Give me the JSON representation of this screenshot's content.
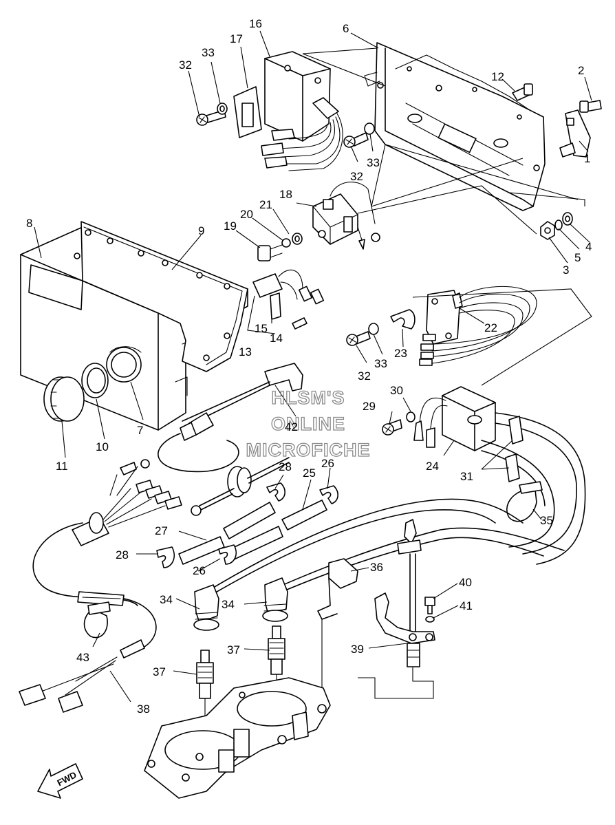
{
  "watermark": {
    "line1": "HLSM'S",
    "line2": "ONLINE",
    "line3": "MICROFICHE"
  },
  "direction_label": "FWD",
  "callouts": [
    "1",
    "2",
    "3",
    "4",
    "5",
    "6",
    "7",
    "8",
    "9",
    "10",
    "11",
    "12",
    "13",
    "14",
    "15",
    "16",
    "17",
    "18",
    "19",
    "20",
    "21",
    "22",
    "23",
    "24",
    "25",
    "26",
    "27",
    "28",
    "29",
    "30",
    "31",
    "32",
    "33",
    "34",
    "35",
    "36",
    "37",
    "38",
    "39",
    "40",
    "41",
    "42",
    "43"
  ]
}
